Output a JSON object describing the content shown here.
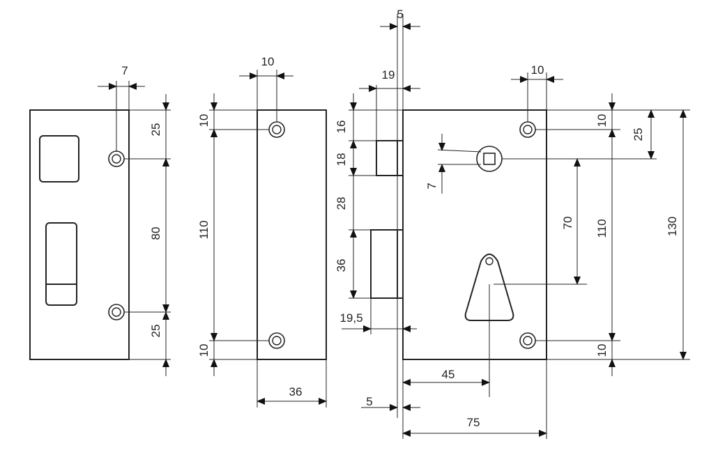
{
  "dimensions": {
    "strike": {
      "hole_offset": "7",
      "top": "25",
      "between_holes": "80",
      "bottom": "25"
    },
    "side": {
      "hole_spacing": "10",
      "top": "10",
      "between_holes": "110",
      "bottom": "10",
      "depth": "36"
    },
    "bolts": {
      "backset_plate": "5",
      "projection": "19",
      "top": "16",
      "deadbolt_height": "18",
      "gap": "28",
      "latch_height": "36",
      "latch_backset": "19,5",
      "plate_offset": "5"
    },
    "case": {
      "hole_from_right": "10",
      "top_hole": "10",
      "hole_span": "110",
      "bottom_hole": "10",
      "spindle_to_top": "25",
      "spindle_to_key": "70",
      "height": "130",
      "spindle_offset": "7",
      "key_from_left": "45",
      "width": "75"
    }
  }
}
